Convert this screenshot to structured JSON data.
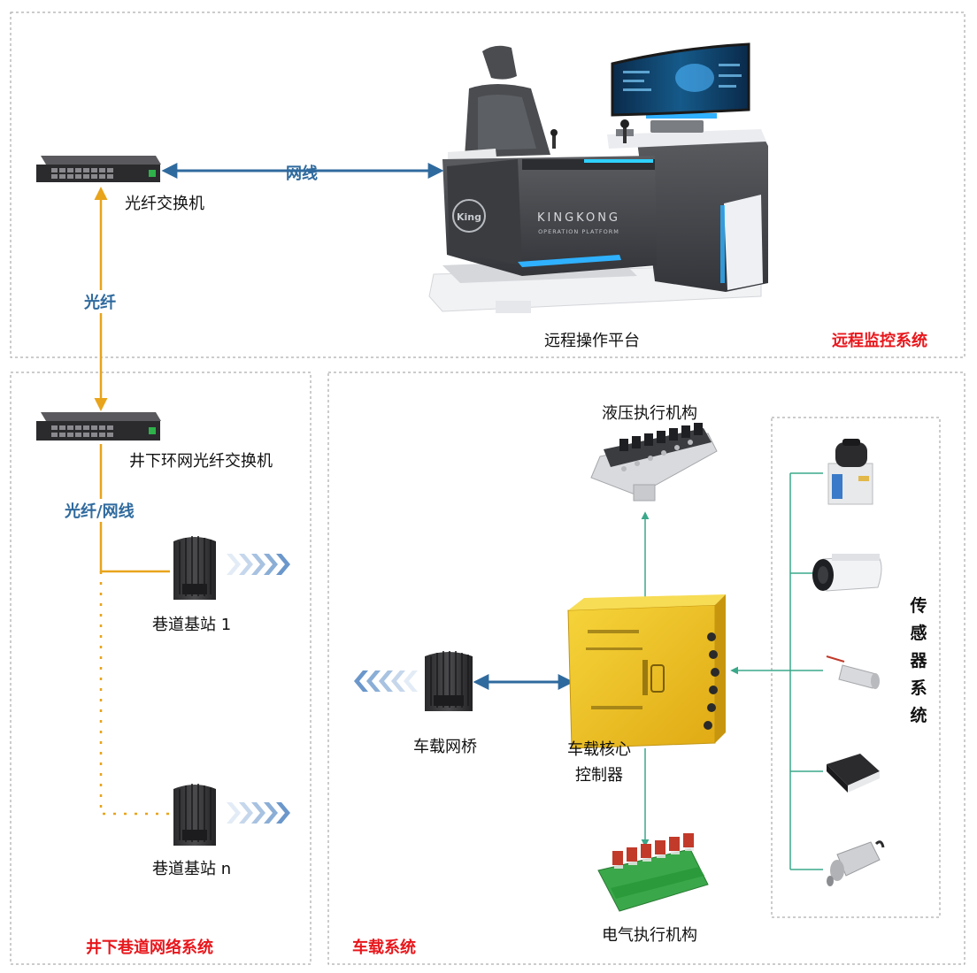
{
  "sections": {
    "remote": "远程监控系统",
    "underground": "井下巷道网络系统",
    "vehicle": "车载系统"
  },
  "nodes": {
    "fiber_switch": "光纤交换机",
    "operation_platform": "远程操作平台",
    "ring_switch": "井下环网光纤交换机",
    "base_station_1": "巷道基站 1",
    "base_station_n": "巷道基站 n",
    "vehicle_bridge": "车载网桥",
    "core_controller_line1": "车载核心",
    "core_controller_line2": "控制器",
    "hydraulic_actuator": "液压执行机构",
    "electric_actuator": "电气执行机构",
    "sensor_system": [
      "传",
      "感",
      "器",
      "系",
      "统"
    ]
  },
  "edges": {
    "ethernet": "网线",
    "fiber": "光纤",
    "fiber_or_ethernet": "光纤/网线"
  },
  "console_branding": {
    "brand": "KINGKONG",
    "subtitle": "OPERATION PLATFORM",
    "logo": "King"
  },
  "colors": {
    "section_title": "#e8171c",
    "edge_label": "#2f6a9e",
    "link_blue": "#2f6a9e",
    "fiber_orange": "#e8a41b",
    "sensor_green": "#3aa88a",
    "controller_yellow": "#f3c51f",
    "frame_gray": "#9a9a9a"
  }
}
